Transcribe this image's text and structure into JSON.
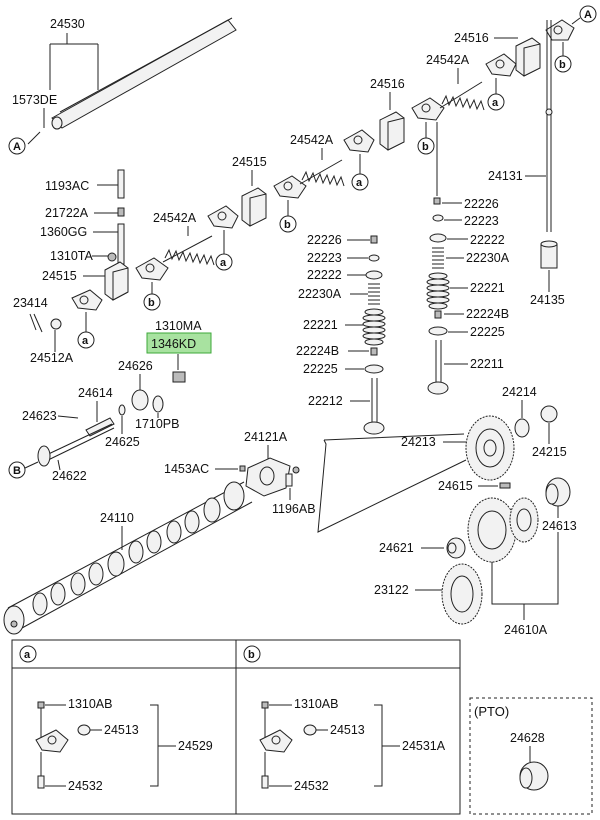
{
  "parts": {
    "p24530": "24530",
    "p1573DE": "1573DE",
    "p1193AC": "1193AC",
    "p21722A": "21722A",
    "p1360GG": "1360GG",
    "p1310TA": "1310TA",
    "p24515_a": "24515",
    "p24515_b": "24515",
    "p23414": "23414",
    "p24512A": "24512A",
    "p1310MA": "1310MA",
    "p1346KD": "1346KD",
    "p24626": "24626",
    "p24614": "24614",
    "p1710PB": "1710PB",
    "p24623": "24623",
    "p24625": "24625",
    "p24622": "24622",
    "p24542A_a": "24542A",
    "p24542A_b": "24542A",
    "p24542A_c": "24542A",
    "p24516_a": "24516",
    "p24516_b": "24516",
    "p24131": "24131",
    "p24135": "24135",
    "p22226_a": "22226",
    "p22223_a": "22223",
    "p22222_a": "22222",
    "p22230A_a": "22230A",
    "p22221_a": "22221",
    "p22224B_a": "22224B",
    "p22225_a": "22225",
    "p22212": "22212",
    "p22226_b": "22226",
    "p22223_b": "22223",
    "p22222_b": "22222",
    "p22230A_b": "22230A",
    "p22221_b": "22221",
    "p22224B_b": "22224B",
    "p22225_b": "22225",
    "p22211": "22211",
    "p24214": "24214",
    "p24213": "24213",
    "p24215": "24215",
    "p24121A": "24121A",
    "p1453AC": "1453AC",
    "p1196AB": "1196AB",
    "p24615": "24615",
    "p24613": "24613",
    "p24110": "24110",
    "p24621": "24621",
    "p23122": "23122",
    "p24610A": "24610A",
    "p1310AB_a": "1310AB",
    "p24513_a": "24513",
    "p24529": "24529",
    "p24532_a": "24532",
    "p1310AB_b": "1310AB",
    "p24513_b": "24513",
    "p24531A": "24531A",
    "p24532_b": "24532",
    "p24628": "24628"
  },
  "markers": {
    "a": "a",
    "b": "b",
    "A": "A",
    "B": "B"
  },
  "detail": {
    "pto_label": "(PTO)",
    "inset_a": "a",
    "inset_b": "b"
  },
  "highlight_color": "#a8e2a0"
}
